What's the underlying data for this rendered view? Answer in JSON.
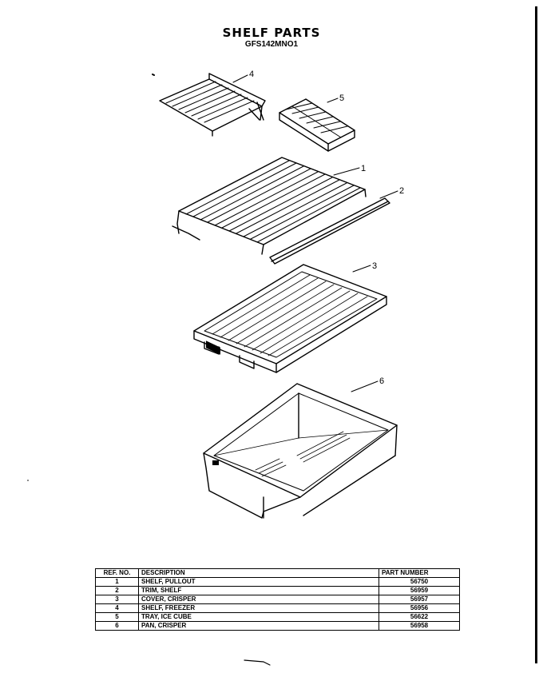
{
  "header": {
    "title": "SHELF PARTS",
    "model": "GFS142MNO1"
  },
  "callouts": [
    "1",
    "2",
    "3",
    "4",
    "5",
    "6"
  ],
  "parts_table": {
    "columns": [
      "REF. NO.",
      "DESCRIPTION",
      "PART NUMBER"
    ],
    "rows": [
      {
        "ref": "1",
        "description": "SHELF, PULLOUT",
        "part_number": "56750"
      },
      {
        "ref": "2",
        "description": "TRIM, SHELF",
        "part_number": "56959"
      },
      {
        "ref": "3",
        "description": "COVER, CRISPER",
        "part_number": "56957"
      },
      {
        "ref": "4",
        "description": "SHELF, FREEZER",
        "part_number": "56956"
      },
      {
        "ref": "5",
        "description": "TRAY, ICE CUBE",
        "part_number": "56622"
      },
      {
        "ref": "6",
        "description": "PAN, CRISPER",
        "part_number": "56958"
      }
    ]
  }
}
